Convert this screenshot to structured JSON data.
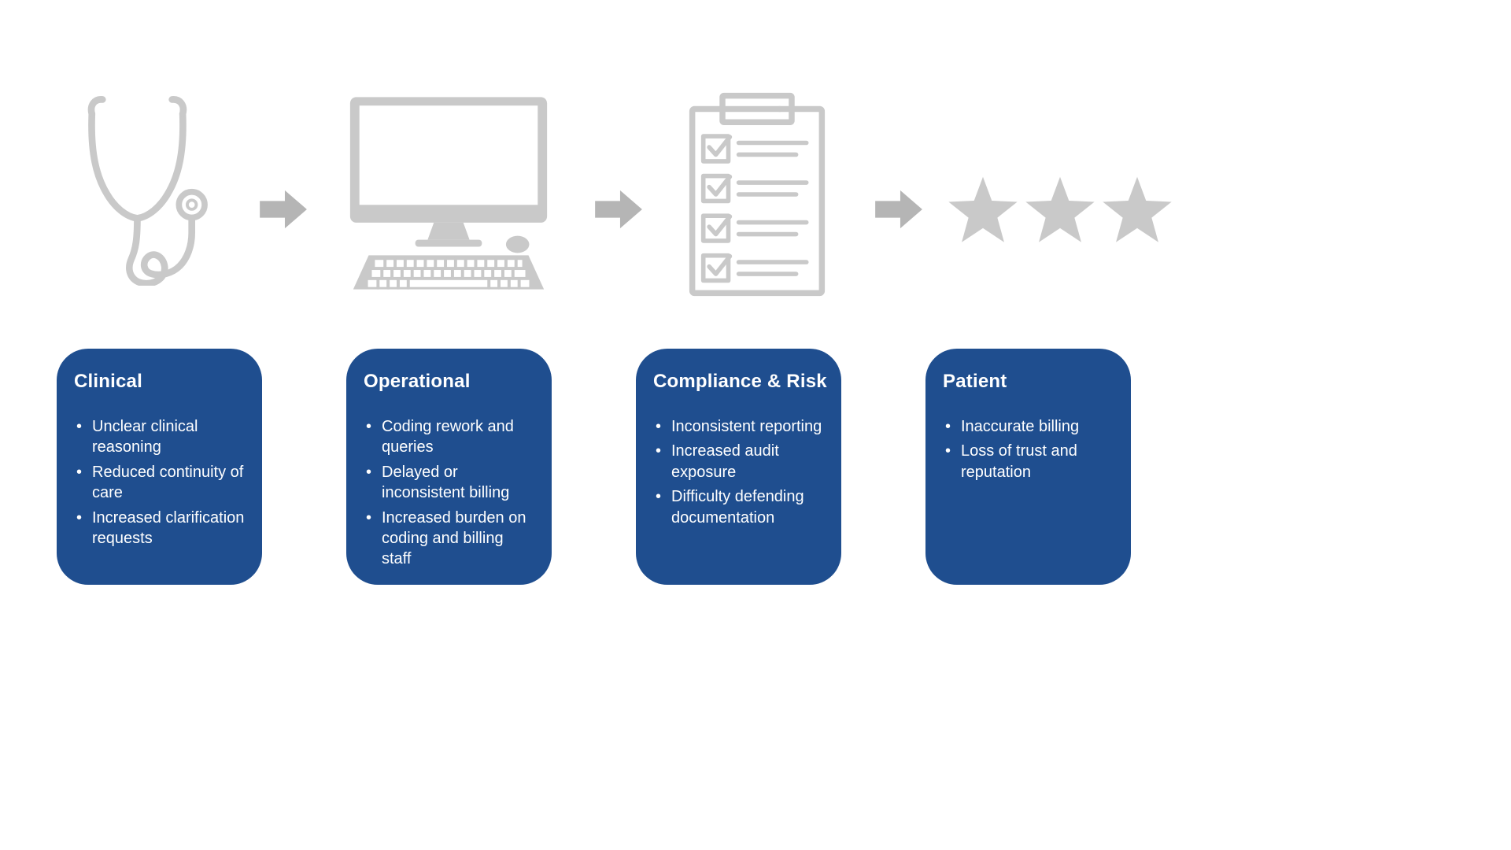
{
  "colors": {
    "background": "#FFFFFF",
    "card_bg": "#1F4E8F",
    "card_text": "#FFFFFF",
    "icon_gray": "#C9C9C9",
    "arrow_gray": "#B5B5B5"
  },
  "flow": {
    "icons": [
      "stethoscope-icon",
      "computer-icon",
      "checklist-icon",
      "stars-icon"
    ],
    "arrow_count": 3,
    "star_count": 3
  },
  "columns": [
    {
      "title": "Clinical",
      "icon": "stethoscope-icon",
      "items": [
        "Unclear clinical reasoning",
        "Reduced continuity of care",
        "Increased clarification requests"
      ]
    },
    {
      "title": "Operational",
      "icon": "computer-icon",
      "items": [
        "Coding rework and queries",
        "Delayed or inconsistent billing",
        "Increased burden on coding and billing staff"
      ]
    },
    {
      "title": "Compliance & Risk",
      "icon": "checklist-icon",
      "items": [
        "Inconsistent reporting",
        "Increased audit exposure",
        "Difficulty defending documentation"
      ]
    },
    {
      "title": "Patient",
      "icon": "stars-icon",
      "items": [
        "Inaccurate billing",
        "Loss of trust and reputation"
      ]
    }
  ]
}
